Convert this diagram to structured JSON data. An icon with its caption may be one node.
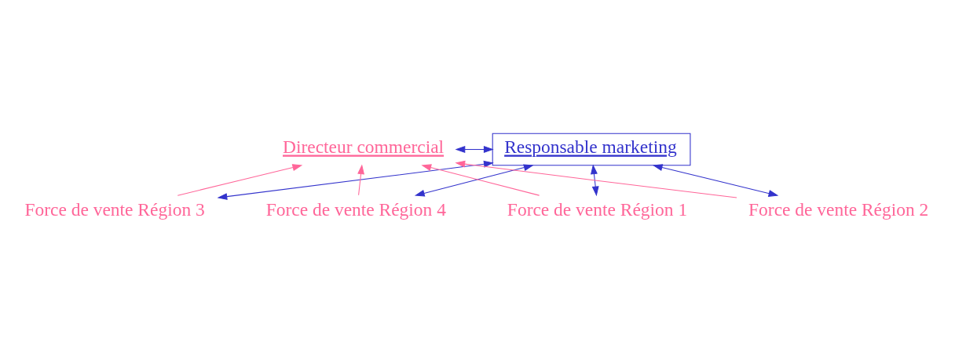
{
  "diagram": {
    "nodes": [
      {
        "text": [
          "Directeur commercial"
        ]
      },
      {
        "text": [
          "Responsable marketing"
        ]
      },
      {
        "text": [
          "Force de vente Région 1"
        ]
      },
      {
        "text": [
          "Force de vente Région 2"
        ]
      },
      {
        "text": [
          "Force de vente Région 3"
        ]
      },
      {
        "text": [
          "Force de vente Région 4"
        ]
      }
    ],
    "edges": [
      {
        "from": 0,
        "to": 1,
        "arrow": "both"
      },
      {
        "from": 2,
        "to": 0,
        "arrow": "to",
        "color": "#ff6699"
      },
      {
        "from": 3,
        "to": 0,
        "arrow": "to",
        "color": "#ff6699"
      },
      {
        "from": 4,
        "to": 0,
        "arrow": "to",
        "color": "#ff6699"
      },
      {
        "from": 5,
        "to": 0,
        "arrow": "to",
        "color": "#ff6699"
      },
      {
        "from": 1,
        "to": 2,
        "arrow": "both"
      },
      {
        "from": 1,
        "to": 3,
        "arrow": "both"
      },
      {
        "from": 1,
        "to": 4,
        "arrow": "both"
      },
      {
        "from": 1,
        "to": 5,
        "arrow": "both"
      }
    ]
  }
}
